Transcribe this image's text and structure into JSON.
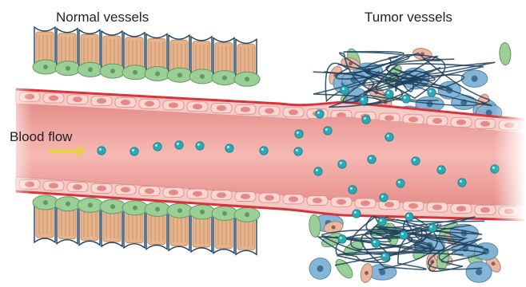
{
  "titles": {
    "normal": "Normal vessels",
    "tumor": "Tumor vessels"
  },
  "flow": {
    "label": "Blood flow",
    "arrow_icon": "arrow-right-icon"
  },
  "colors": {
    "lumen": "#f2aaa6",
    "endothelium": "#f7c9c5",
    "endothelium_nucleus": "#e48a86",
    "basement_red": "#d8343a",
    "pericyte_green": "#9ccf97",
    "pericyte_dark": "#5f9a63",
    "smooth_muscle": "#e8b48c",
    "nanoparticle": "#2aa9b6",
    "tumor_cell_blue": "#7fb3d6",
    "fiber": "#1f3f5a",
    "arrow": "#e8d04a"
  },
  "icons": [
    "arrow-right-icon",
    "nanoparticle-icon",
    "endothelial-cell-icon",
    "pericyte-icon",
    "tumor-cell-icon"
  ]
}
